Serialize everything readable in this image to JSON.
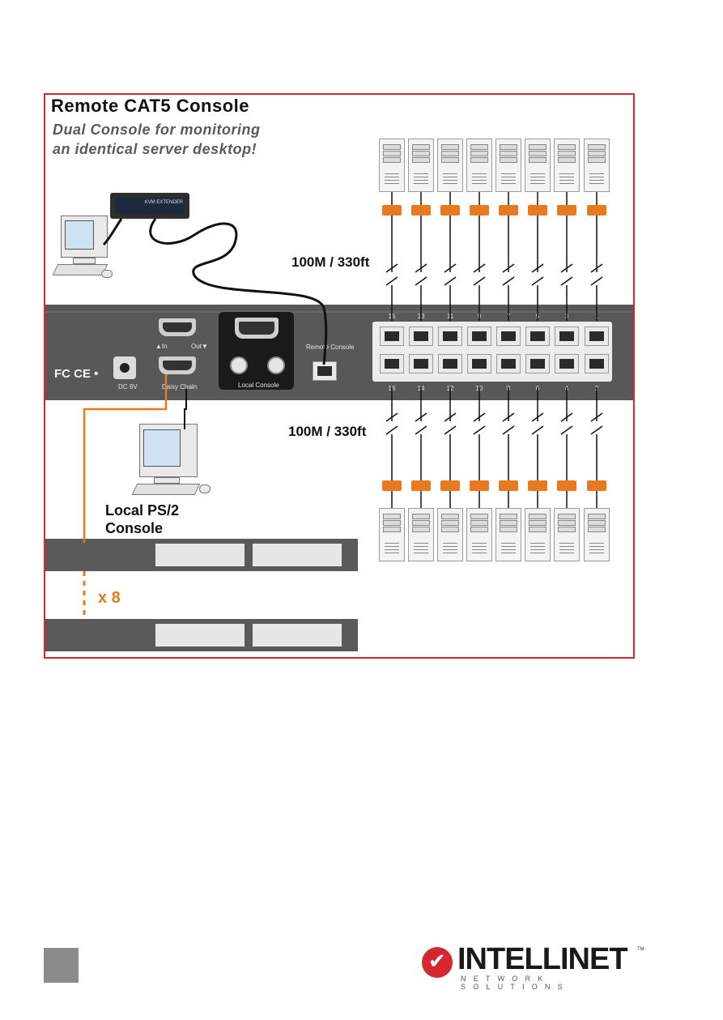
{
  "title": "Remote CAT5 Console",
  "subtitle_line1": "Dual Console for monitoring",
  "subtitle_line2": "an identical server desktop!",
  "distance_top": "100M / 330ft",
  "distance_bottom": "100M / 330ft",
  "local_console_line1": "Local PS/2",
  "local_console_line2": "Console",
  "multiplier": "x 8",
  "panel": {
    "in_label": "▲In",
    "out_label": "Out▼",
    "daisy_chain": "Daisy Chain",
    "dc_label": "DC 9V",
    "local_console": "Local Console",
    "remote_console": "Remote Console",
    "cert_marks": "FC CE •",
    "top_ports": [
      "15",
      "13",
      "11",
      "9",
      "7",
      "5",
      "3",
      "1"
    ],
    "bottom_ports": [
      "16",
      "14",
      "12",
      "10",
      "8",
      "6",
      "4",
      "2"
    ]
  },
  "kvm_extender_tag": "KVM EXTENDER",
  "brand": {
    "name": "INTELLINET",
    "tagline": "NETWORK SOLUTIONS",
    "tm": "TM"
  },
  "colors": {
    "frame": "#d8262e",
    "connector": "#e8791f",
    "daisy_chain_cable": "#e8791f"
  }
}
